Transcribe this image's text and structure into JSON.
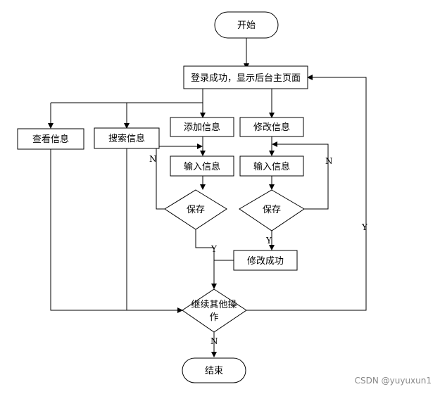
{
  "nodes": {
    "start": "开始",
    "login": "登录成功，显示后台主页面",
    "view": "查看信息",
    "search": "搜索信息",
    "add": "添加信息",
    "edit": "修改信息",
    "input_add": "输入信息",
    "input_edit": "输入信息",
    "save_add": "保存",
    "save_edit": "保存",
    "edit_success": "修改成功",
    "continue_line1": "继续其他操",
    "continue_line2": "作",
    "end": "结束"
  },
  "labels": {
    "n_add": "N",
    "n_edit": "N",
    "y_add": "Y",
    "y_edit": "Y",
    "y_continue": "Y",
    "n_continue": "N"
  },
  "watermark": "CSDN @yuyuxun1"
}
